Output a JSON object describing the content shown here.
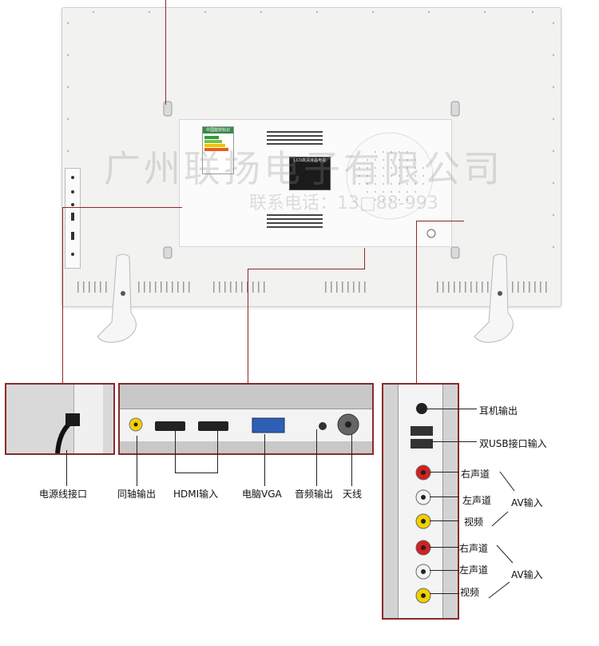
{
  "watermark": {
    "company": "广州联扬电子有限公司",
    "phone": "联系电话：13□88-993"
  },
  "back_panel": {
    "energy_label": "中国能效标识",
    "spec_label": "LCD高清液晶电视"
  },
  "labels": {
    "power": "电源线接口",
    "coax": "同轴输出",
    "hdmi": "HDMI输入",
    "vga": "电脑VGA",
    "audio": "音频输出",
    "antenna": "天线",
    "headphone": "耳机输出",
    "usb": "双USB接口输入",
    "av1_right": "右声道",
    "av1_left": "左声道",
    "av1_video": "视频",
    "av1_group": "AV输入",
    "av2_right": "右声道",
    "av2_left": "左声道",
    "av2_video": "视频",
    "av2_group": "AV输入"
  },
  "colors": {
    "accent_line": "#8b2a2a",
    "rca_red": "#d32020",
    "rca_yellow": "#f2d000",
    "rca_white": "#f4f4f4",
    "vga_blue": "#2f5fb5"
  }
}
